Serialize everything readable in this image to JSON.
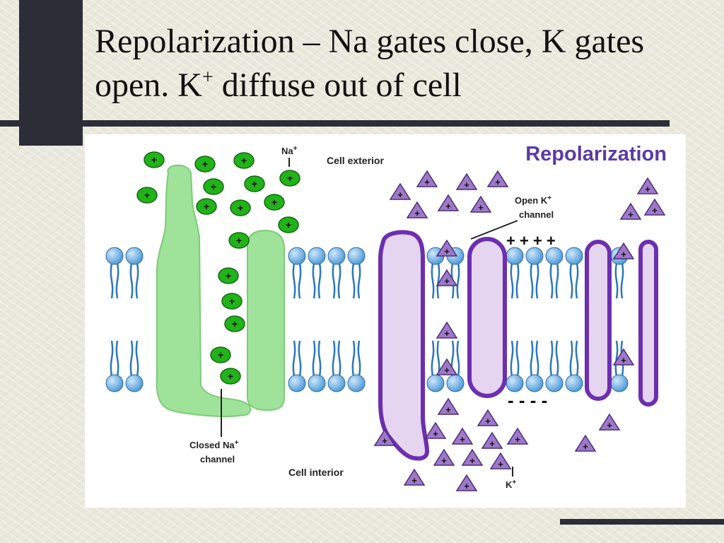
{
  "slide": {
    "title_part1": "Repolarization – Na gates close, K gates open.  K",
    "title_sup": "+",
    "title_part2": " diffuse out of cell"
  },
  "diagram": {
    "heading": "Repolarization",
    "label_na": "Na",
    "label_na_sup": "+",
    "label_cell_exterior": "Cell exterior",
    "label_open_k_line1": "Open K",
    "label_open_k_sup": "+",
    "label_open_k_line2": "channel",
    "label_closed_na_line1": "Closed Na",
    "label_closed_na_sup": "+",
    "label_closed_na_line2": "channel",
    "label_cell_interior": "Cell interior",
    "label_k": "K",
    "label_k_sup": "+",
    "charge_positive": "+ + + +",
    "charge_negative": "- - - -",
    "ion_sign": "+"
  },
  "colors": {
    "background": "#e8e8dc",
    "dark_accent": "#2c2d36",
    "heading_purple": "#5a3aa6",
    "na_ion_green": "#22b21a",
    "k_ion_purple": "#9d79c8",
    "na_channel_green": "#9fe29a",
    "k_channel_fill": "#e5d5f0",
    "k_channel_stroke": "#6b2fb0",
    "lipid_head_blue": "#5aa5dc",
    "lipid_tail_blue": "#2b78b8"
  }
}
